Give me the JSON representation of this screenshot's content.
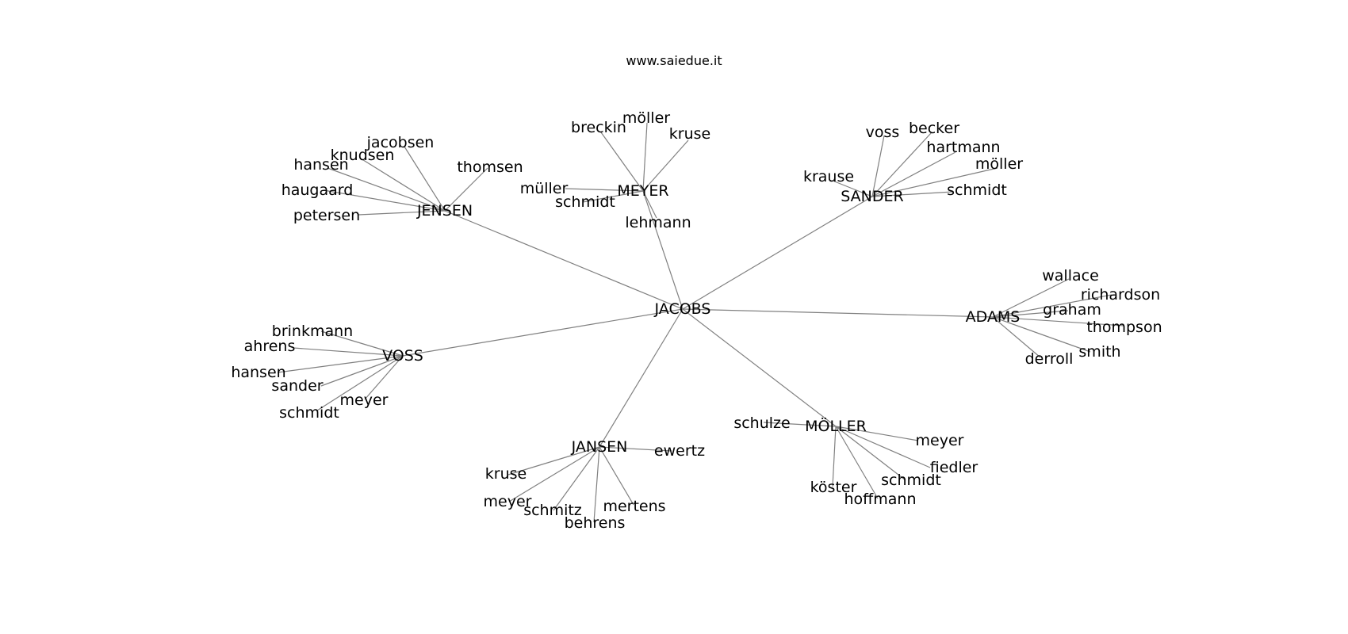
{
  "title": "www.saiedue.it",
  "graph": {
    "root": {
      "id": "JACOBS",
      "label": "JACOBS"
    },
    "hubs": [
      {
        "id": "JENSEN",
        "label": "JENSEN",
        "leaves": [
          "jacobsen",
          "knudsen",
          "hansen",
          "haugaard",
          "petersen",
          "thomsen"
        ]
      },
      {
        "id": "MEYER",
        "label": "MEYER",
        "leaves": [
          "breckin",
          "möller",
          "kruse",
          "müller",
          "schmidt",
          "lehmann"
        ]
      },
      {
        "id": "SANDER",
        "label": "SANDER",
        "leaves": [
          "voss",
          "becker",
          "hartmann",
          "möller",
          "schmidt",
          "krause"
        ]
      },
      {
        "id": "ADAMS",
        "label": "ADAMS",
        "leaves": [
          "wallace",
          "richardson",
          "graham",
          "thompson",
          "smith",
          "derroll"
        ]
      },
      {
        "id": "MOLLER",
        "label": "MÖLLER",
        "leaves": [
          "schulze",
          "meyer",
          "fiedler",
          "schmidt",
          "köster",
          "hoffmann"
        ]
      },
      {
        "id": "JANSEN",
        "label": "JANSEN",
        "leaves": [
          "ewertz",
          "kruse",
          "meyer",
          "schmitz",
          "behrens",
          "mertens"
        ]
      },
      {
        "id": "VOSS",
        "label": "VOSS",
        "leaves": [
          "brinkmann",
          "ahrens",
          "hansen",
          "sander",
          "meyer",
          "schmidt"
        ]
      }
    ]
  }
}
